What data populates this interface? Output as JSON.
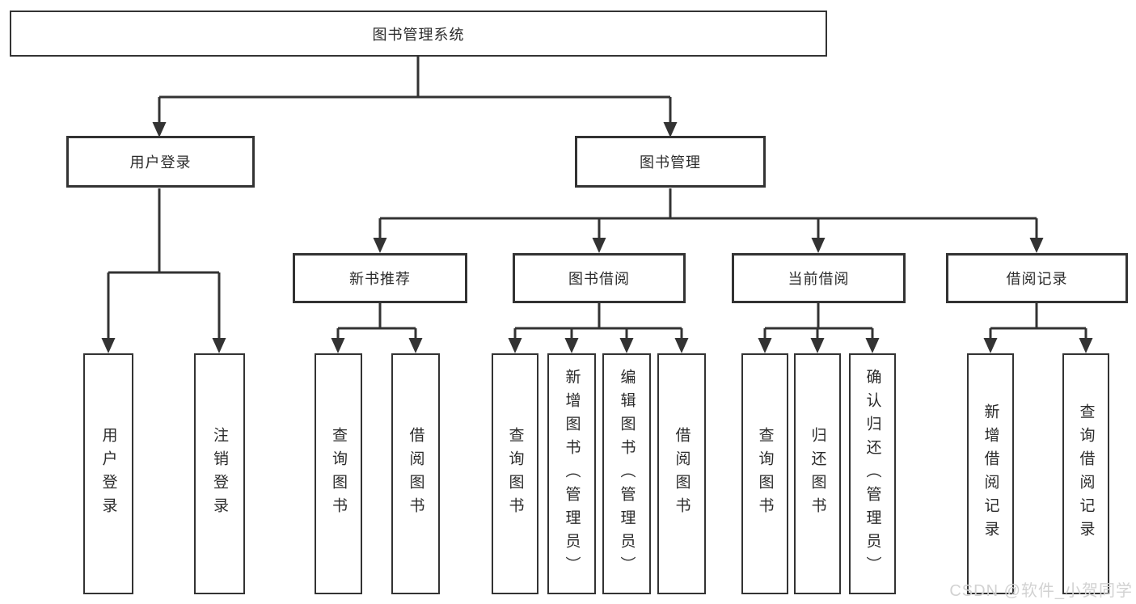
{
  "tree": {
    "root": {
      "label": "图书管理系统"
    },
    "branches": [
      {
        "label": "用户登录",
        "children": [
          {
            "label": "用户登录"
          },
          {
            "label": "注销登录"
          }
        ]
      },
      {
        "label": "图书管理",
        "children": [
          {
            "label": "新书推荐",
            "children": [
              {
                "label": "查询图书"
              },
              {
                "label": "借阅图书"
              }
            ]
          },
          {
            "label": "图书借阅",
            "children": [
              {
                "label": "查询图书"
              },
              {
                "label": "新增图书（管理员）"
              },
              {
                "label": "编辑图书（管理员）"
              },
              {
                "label": "借阅图书"
              }
            ]
          },
          {
            "label": "当前借阅",
            "children": [
              {
                "label": "查询图书"
              },
              {
                "label": "归还图书"
              },
              {
                "label": "确认归还（管理员）"
              }
            ]
          },
          {
            "label": "借阅记录",
            "children": [
              {
                "label": "新增借阅记录"
              },
              {
                "label": "查询借阅记录"
              }
            ]
          }
        ]
      }
    ]
  },
  "watermark": {
    "text": "CSDN @软件_小贺同学"
  },
  "colors": {
    "line": "#333333",
    "text": "#2b2b2b",
    "watermark": "#d2d2d2"
  }
}
